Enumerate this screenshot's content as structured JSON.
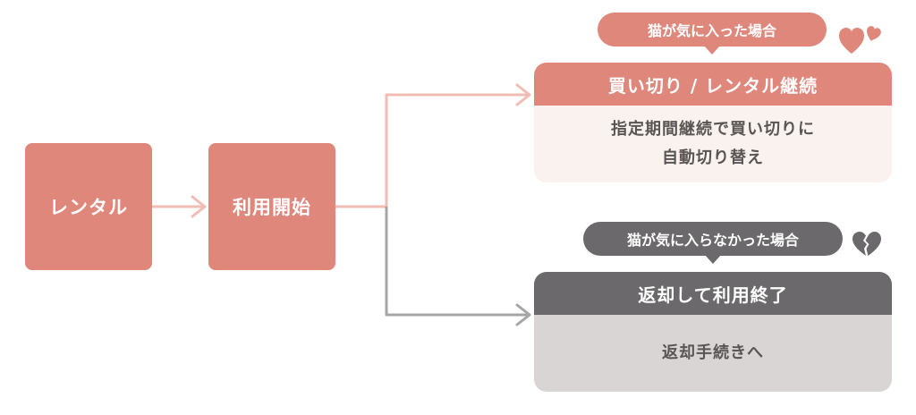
{
  "colors": {
    "accent": "#e0877c",
    "accent_light": "#f0bcb3",
    "card_bg_light": "#f9f2ee",
    "dark": "#6b696b",
    "gray_line": "#a7a5a5",
    "card_bg_gray": "#d8d5d4",
    "text_dark": "#5a5555"
  },
  "steps": [
    {
      "label": "レンタル"
    },
    {
      "label": "利用開始"
    }
  ],
  "outcomes": {
    "liked": {
      "condition": "猫が気に入った場合",
      "title": "買い切り / レンタル継続",
      "desc_line1": "指定期間継続で買い切りに",
      "desc_line2": "自動切り替え",
      "icon": "hearts-icon"
    },
    "disliked": {
      "condition": "猫が気に入らなかった場合",
      "title": "返却して利用終了",
      "desc": "返却手続きへ",
      "icon": "broken-heart-icon"
    }
  }
}
